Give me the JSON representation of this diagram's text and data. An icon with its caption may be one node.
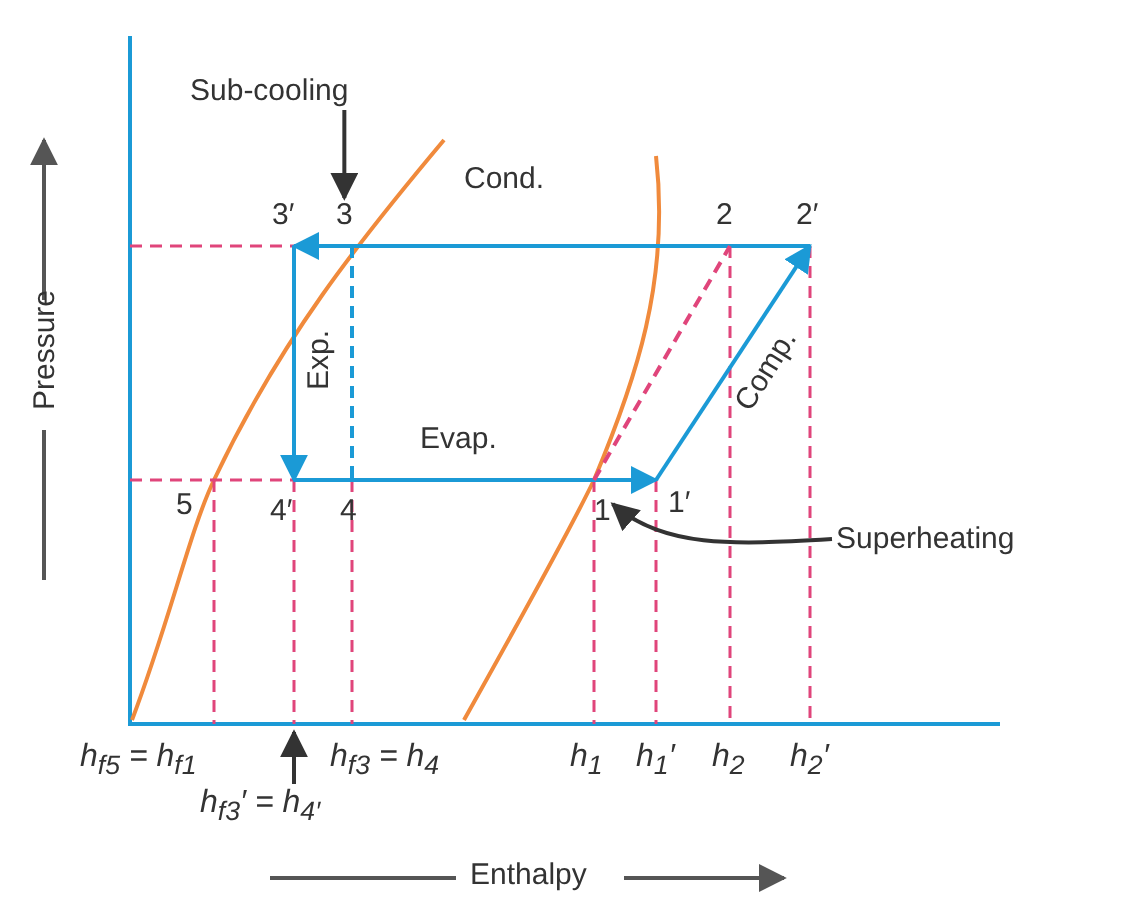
{
  "diagram": {
    "nodes": [
      {
        "text": [
          "3′"
        ]
      },
      {
        "text": [
          "3"
        ]
      },
      {
        "text": [
          "2"
        ]
      },
      {
        "text": [
          "2′"
        ]
      },
      {
        "text": [
          "5"
        ]
      },
      {
        "text": [
          "4′"
        ]
      },
      {
        "text": [
          "4"
        ]
      },
      {
        "text": [
          "1"
        ]
      },
      {
        "text": [
          "1′"
        ]
      },
      {
        "text": [
          "Sub-cooling"
        ]
      },
      {
        "text": [
          "Superheating"
        ]
      },
      {
        "text": [
          "h$_{f3}$′ = h$_{4′}$"
        ]
      }
    ],
    "edges": [
      {
        "from": 3,
        "to": 0,
        "arrow": "to",
        "label": "Cond."
      },
      {
        "from": 0,
        "to": 5,
        "arrow": "to",
        "label": "Exp."
      },
      {
        "from": 5,
        "to": 8,
        "arrow": "to",
        "label": "Evap."
      },
      {
        "from": 8,
        "to": 3,
        "arrow": "to",
        "label": "Comp."
      },
      {
        "from": 1,
        "to": 6,
        "arrow": "none",
        "style": "dashed"
      },
      {
        "from": 7,
        "to": 2,
        "arrow": "none",
        "style": "dashed",
        "color": "#e0457b"
      },
      {
        "from": 9,
        "to": 1,
        "arrow": "to",
        "color": "#333333"
      },
      {
        "from": 10,
        "to": 7,
        "arrow": "to",
        "color": "#333333"
      },
      {
        "from": 11,
        "to": null,
        "arrow": "to",
        "color": "#333333"
      }
    ],
    "labels": [
      "Pressure",
      "h$_{f5}$ = h$_{f1}$",
      "h$_{f3}$ = h$_{4}$",
      "h$_{1}$",
      "h$_{1}$′",
      "h$_{2}$",
      "h$_{2}$′",
      "Enthalpy"
    ]
  }
}
